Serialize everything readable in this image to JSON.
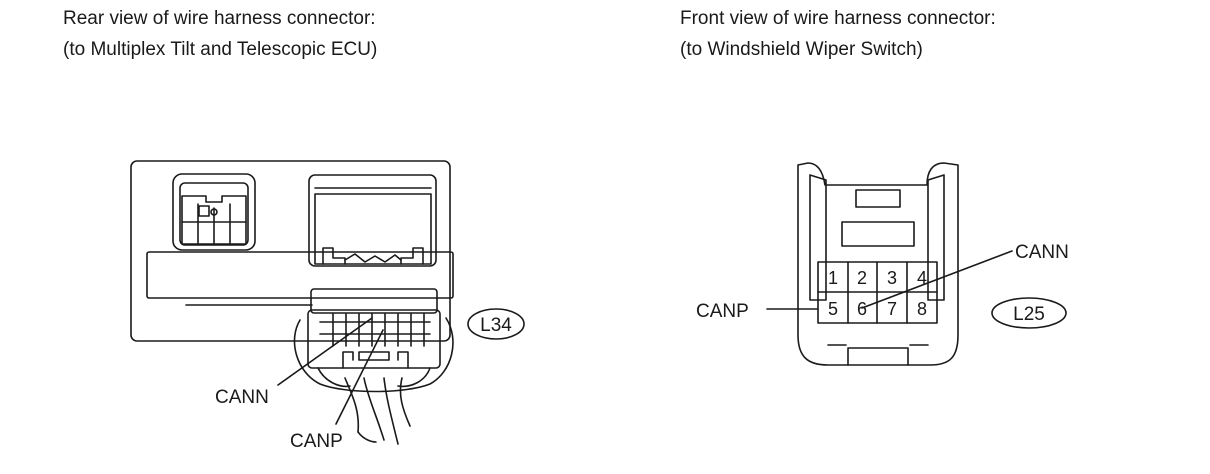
{
  "left": {
    "caption_line1": "Rear view of wire harness connector:",
    "caption_line2": "(to Multiplex Tilt and Telescopic ECU)",
    "connector_code": "L34",
    "labels": {
      "cann": "CANN",
      "canp": "CANP"
    }
  },
  "right": {
    "caption_line1": "Front view of wire harness connector:",
    "caption_line2": "(to Windshield Wiper Switch)",
    "connector_code": "L25",
    "labels": {
      "cann": "CANN",
      "canp": "CANP"
    },
    "pins": [
      "1",
      "2",
      "3",
      "4",
      "5",
      "6",
      "7",
      "8"
    ]
  }
}
